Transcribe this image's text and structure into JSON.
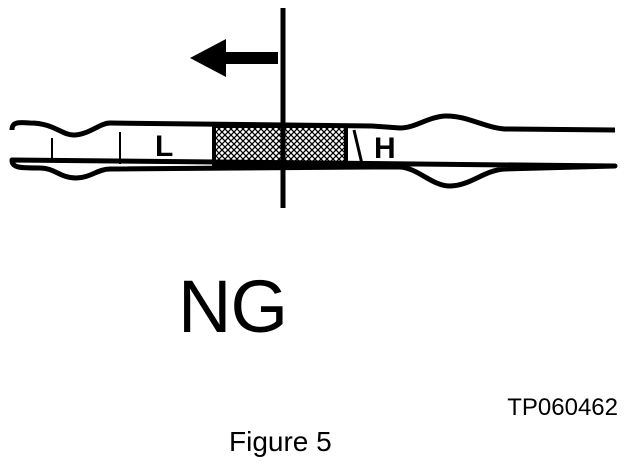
{
  "figure": {
    "verdict": "NG",
    "part_number": "TP060462",
    "caption": "Figure 5",
    "low_mark": "L",
    "high_mark": "H",
    "arrow_icon": "arrow-left-icon",
    "colors": {
      "ink": "#000000",
      "paper": "#ffffff"
    }
  }
}
